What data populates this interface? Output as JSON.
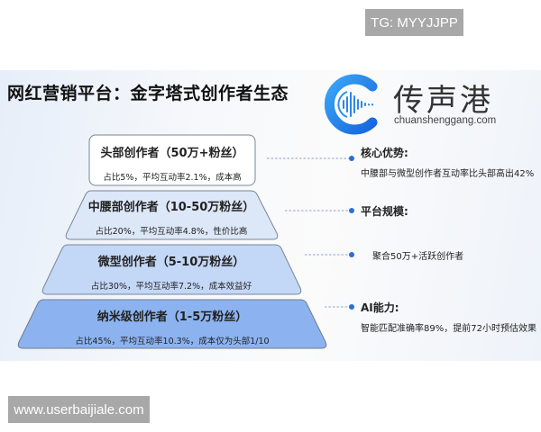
{
  "watermarks": {
    "top": "TG: MYYJJPP",
    "bottom": "www.userbaijiale.com"
  },
  "header": {
    "title": "网红营销平台：金字塔式创作者生态"
  },
  "logo": {
    "name": "传声港",
    "url": "chuanshenggang.com",
    "icon": "sound-wave-c-icon"
  },
  "colors": {
    "tier1": "#ffffff",
    "tier2": "#dce7f8",
    "tier3": "#c3d7f6",
    "tier4": "#8cb3f0",
    "border": "#7b8596",
    "accent_dot": "#2a6fd6",
    "connector": "#8aa3c8"
  },
  "pyramid": {
    "tiers": [
      {
        "title": "头部创作者（50万+粉丝）",
        "desc": "占比5%，平均互动率2.1%，成本高"
      },
      {
        "title": "中腰部创作者（10-50万粉丝）",
        "desc": "占比20%，平均互动率4.8%，性价比高"
      },
      {
        "title": "微型创作者（5-10万粉丝）",
        "desc": "占比30%，平均互动率7.2%，成本效益好"
      },
      {
        "title": "纳米级创作者（1-5万粉丝）",
        "desc": "占比45%，平均互动率10.3%，成本仅为头部1/10"
      }
    ]
  },
  "annotations": [
    {
      "title": "核心优势:",
      "desc": "中腰部与微型创作者互动率比头部高出42%"
    },
    {
      "title": "平台规模:",
      "desc": ""
    },
    {
      "title": "",
      "desc": "聚合50万+活跃创作者"
    },
    {
      "title": "AI能力:",
      "desc": "智能匹配准确率89%，提前72小时预估效果"
    }
  ]
}
